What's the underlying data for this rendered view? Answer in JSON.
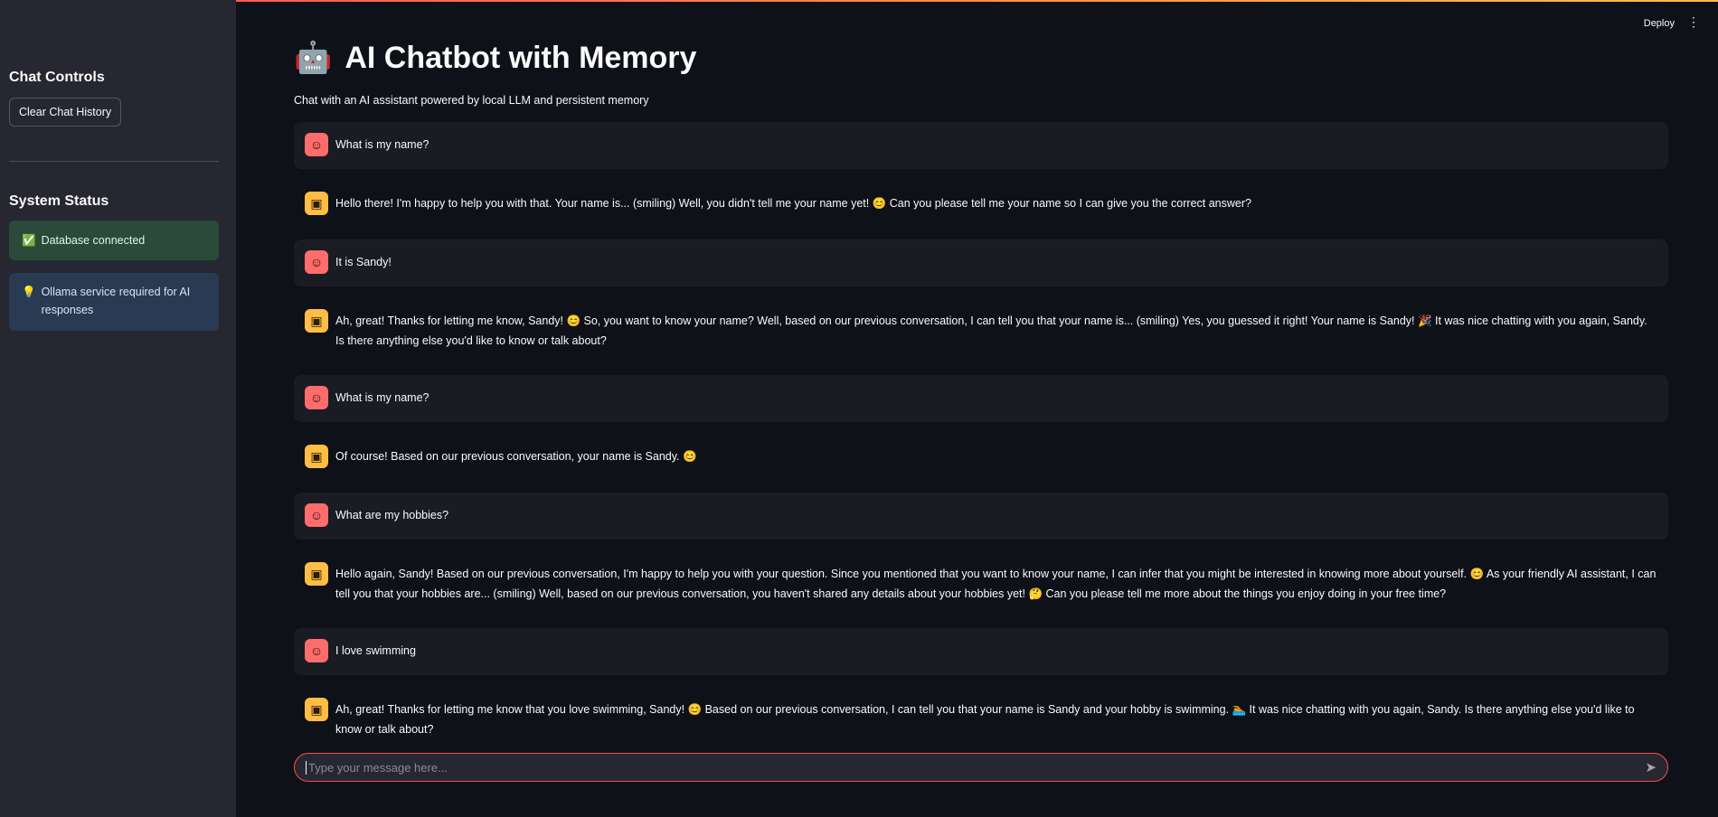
{
  "header": {
    "deploy_label": "Deploy",
    "menu_icon": "kebab-icon"
  },
  "sidebar": {
    "controls_heading": "Chat Controls",
    "clear_button": "Clear Chat History",
    "status_heading": "System Status",
    "db_status": {
      "icon": "✅",
      "text": "Database connected"
    },
    "ollama_status": {
      "icon": "💡",
      "text": "Ollama service required for AI responses"
    }
  },
  "main": {
    "title_icon": "🤖",
    "title": "AI Chatbot with Memory",
    "subtitle": "Chat with an AI assistant powered by local LLM and persistent memory",
    "messages": [
      {
        "role": "user",
        "text": "What is my name?"
      },
      {
        "role": "assistant",
        "text": "Hello there! I'm happy to help you with that. Your name is... (smiling) Well, you didn't tell me your name yet! 😊 Can you please tell me your name so I can give you the correct answer?"
      },
      {
        "role": "user",
        "text": "It is Sandy!"
      },
      {
        "role": "assistant",
        "text": "Ah, great! Thanks for letting me know, Sandy! 😊 So, you want to know your name? Well, based on our previous conversation, I can tell you that your name is... (smiling) Yes, you guessed it right! Your name is Sandy! 🎉 It was nice chatting with you again, Sandy. Is there anything else you'd like to know or talk about?"
      },
      {
        "role": "user",
        "text": "What is my name?"
      },
      {
        "role": "assistant",
        "text": "Of course! Based on our previous conversation, your name is Sandy. 😊"
      },
      {
        "role": "user",
        "text": "What are my hobbies?"
      },
      {
        "role": "assistant",
        "text": "Hello again, Sandy! Based on our previous conversation, I'm happy to help you with your question. Since you mentioned that you want to know your name, I can infer that you might be interested in knowing more about yourself. 😊 As your friendly AI assistant, I can tell you that your hobbies are... (smiling) Well, based on our previous conversation, you haven't shared any details about your hobbies yet! 🤔 Can you please tell me more about the things you enjoy doing in your free time?"
      },
      {
        "role": "user",
        "text": "I love swimming"
      },
      {
        "role": "assistant",
        "text": "Ah, great! Thanks for letting me know that you love swimming, Sandy! 😊 Based on our previous conversation, I can tell you that your name is Sandy and your hobby is swimming. 🏊 It was nice chatting with you again, Sandy. Is there anything else you'd like to know or talk about?"
      }
    ],
    "input": {
      "placeholder": "Type your message here...",
      "value": ""
    }
  },
  "colors": {
    "user_avatar": "#ff6c6c",
    "assistant_avatar": "#ffbd45",
    "accent": "#ff4b4b"
  }
}
